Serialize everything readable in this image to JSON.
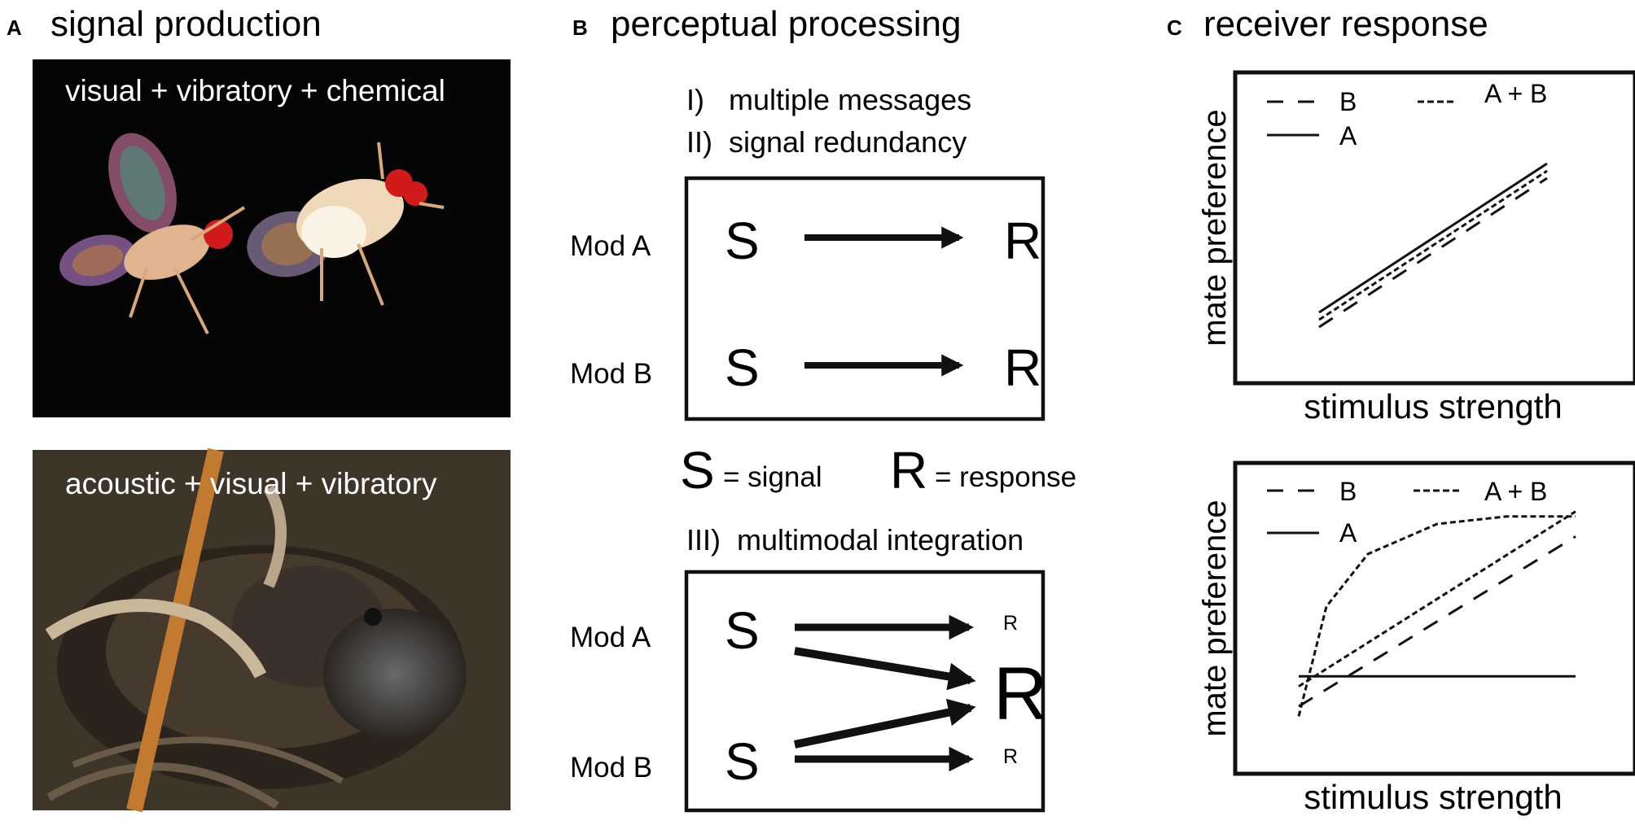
{
  "panel_a": {
    "letter": "A",
    "title": "signal production",
    "photo_top_caption": "visual + vibratory + chemical",
    "photo_bottom_caption": "acoustic + visual + vibratory"
  },
  "panel_b": {
    "letter": "B",
    "title": "perceptual processing",
    "item_1": "I)   multiple messages",
    "item_2": "II)  signal redundancy",
    "item_3": "III)  multimodal integration",
    "mod_a": "Mod A",
    "mod_b": "Mod B",
    "s": "S",
    "r": "R",
    "legend_s_letter": "S",
    "legend_s_text": "= signal",
    "legend_r_letter": "R",
    "legend_r_text": "= response"
  },
  "panel_c": {
    "letter": "C",
    "title": "receiver response",
    "chart_top": {
      "xlabel": "stimulus strength",
      "ylabel": "mate preference",
      "legend_b": "B",
      "legend_ab": "A + B",
      "legend_a": "A"
    },
    "chart_bottom": {
      "xlabel": "stimulus strength",
      "ylabel": "mate preference",
      "legend_b": "B",
      "legend_ab": "A + B",
      "legend_a": "A"
    }
  },
  "chart_data": [
    {
      "type": "line",
      "xlabel": "stimulus strength",
      "ylabel": "mate preference",
      "series": [
        {
          "name": "A",
          "line": "solid",
          "x": [
            0,
            1
          ],
          "y": [
            0.17,
            0.78
          ]
        },
        {
          "name": "A + B",
          "line": "dotted",
          "x": [
            0,
            1
          ],
          "y": [
            0.14,
            0.75
          ]
        },
        {
          "name": "B",
          "line": "dashed",
          "x": [
            0,
            1
          ],
          "y": [
            0.11,
            0.72
          ]
        }
      ]
    },
    {
      "type": "line",
      "xlabel": "stimulus strength",
      "ylabel": "mate preference",
      "series": [
        {
          "name": "A",
          "line": "solid",
          "x": [
            0,
            1
          ],
          "y": [
            0.24,
            0.24
          ]
        },
        {
          "name": "A + B",
          "line": "dotted",
          "x": [
            0,
            0.1,
            0.25,
            0.5,
            0.75,
            1
          ],
          "y": [
            0.08,
            0.52,
            0.73,
            0.85,
            0.88,
            0.88
          ]
        },
        {
          "name": "A + B",
          "line": "dotted",
          "x": [
            0,
            1
          ],
          "y": [
            0.2,
            0.9
          ]
        },
        {
          "name": "B",
          "line": "dashed",
          "x": [
            0,
            1
          ],
          "y": [
            0.12,
            0.8
          ]
        }
      ]
    }
  ],
  "colors": {
    "ink": "#111111",
    "photo_bg_top": "#050505",
    "photo_bg_bottom": "#3e3529",
    "caption": "#ffffff"
  }
}
